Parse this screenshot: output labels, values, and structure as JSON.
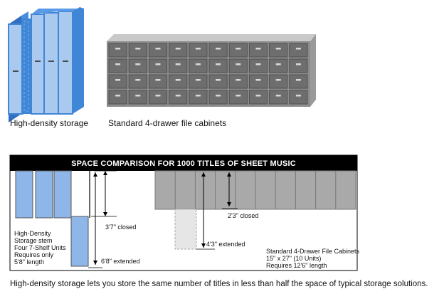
{
  "captions": {
    "high_density": "High-density storage",
    "file_cabinets": "Standard 4-drawer file cabinets"
  },
  "comparison": {
    "title": "SPACE COMPARISON FOR 1000 TITLES OF SHEET MUSIC",
    "hd_closed": "3'7\" closed",
    "hd_extended": "6'8\" extended",
    "fc_closed": "2'3\" closed",
    "fc_extended": "4'3\" extended",
    "hd_note": [
      "High-Density",
      "Storage   stem",
      "Four 7-Shelf Units",
      "Requires only",
      "5'8\" length"
    ],
    "fc_note": [
      "Standard 4-Drawer File Cabinets",
      "15\" x 27\" (10 Units)",
      "Requires 12'6\" length"
    ]
  },
  "footer": "High-density storage lets you store the same number of titles in less than half the space of typical storage solutions.",
  "colors": {
    "hd_blue": "#3f86d6",
    "hd_light": "#a9c9ee",
    "cabinet_gray": "#8c8c8c",
    "banner": "#000000"
  }
}
